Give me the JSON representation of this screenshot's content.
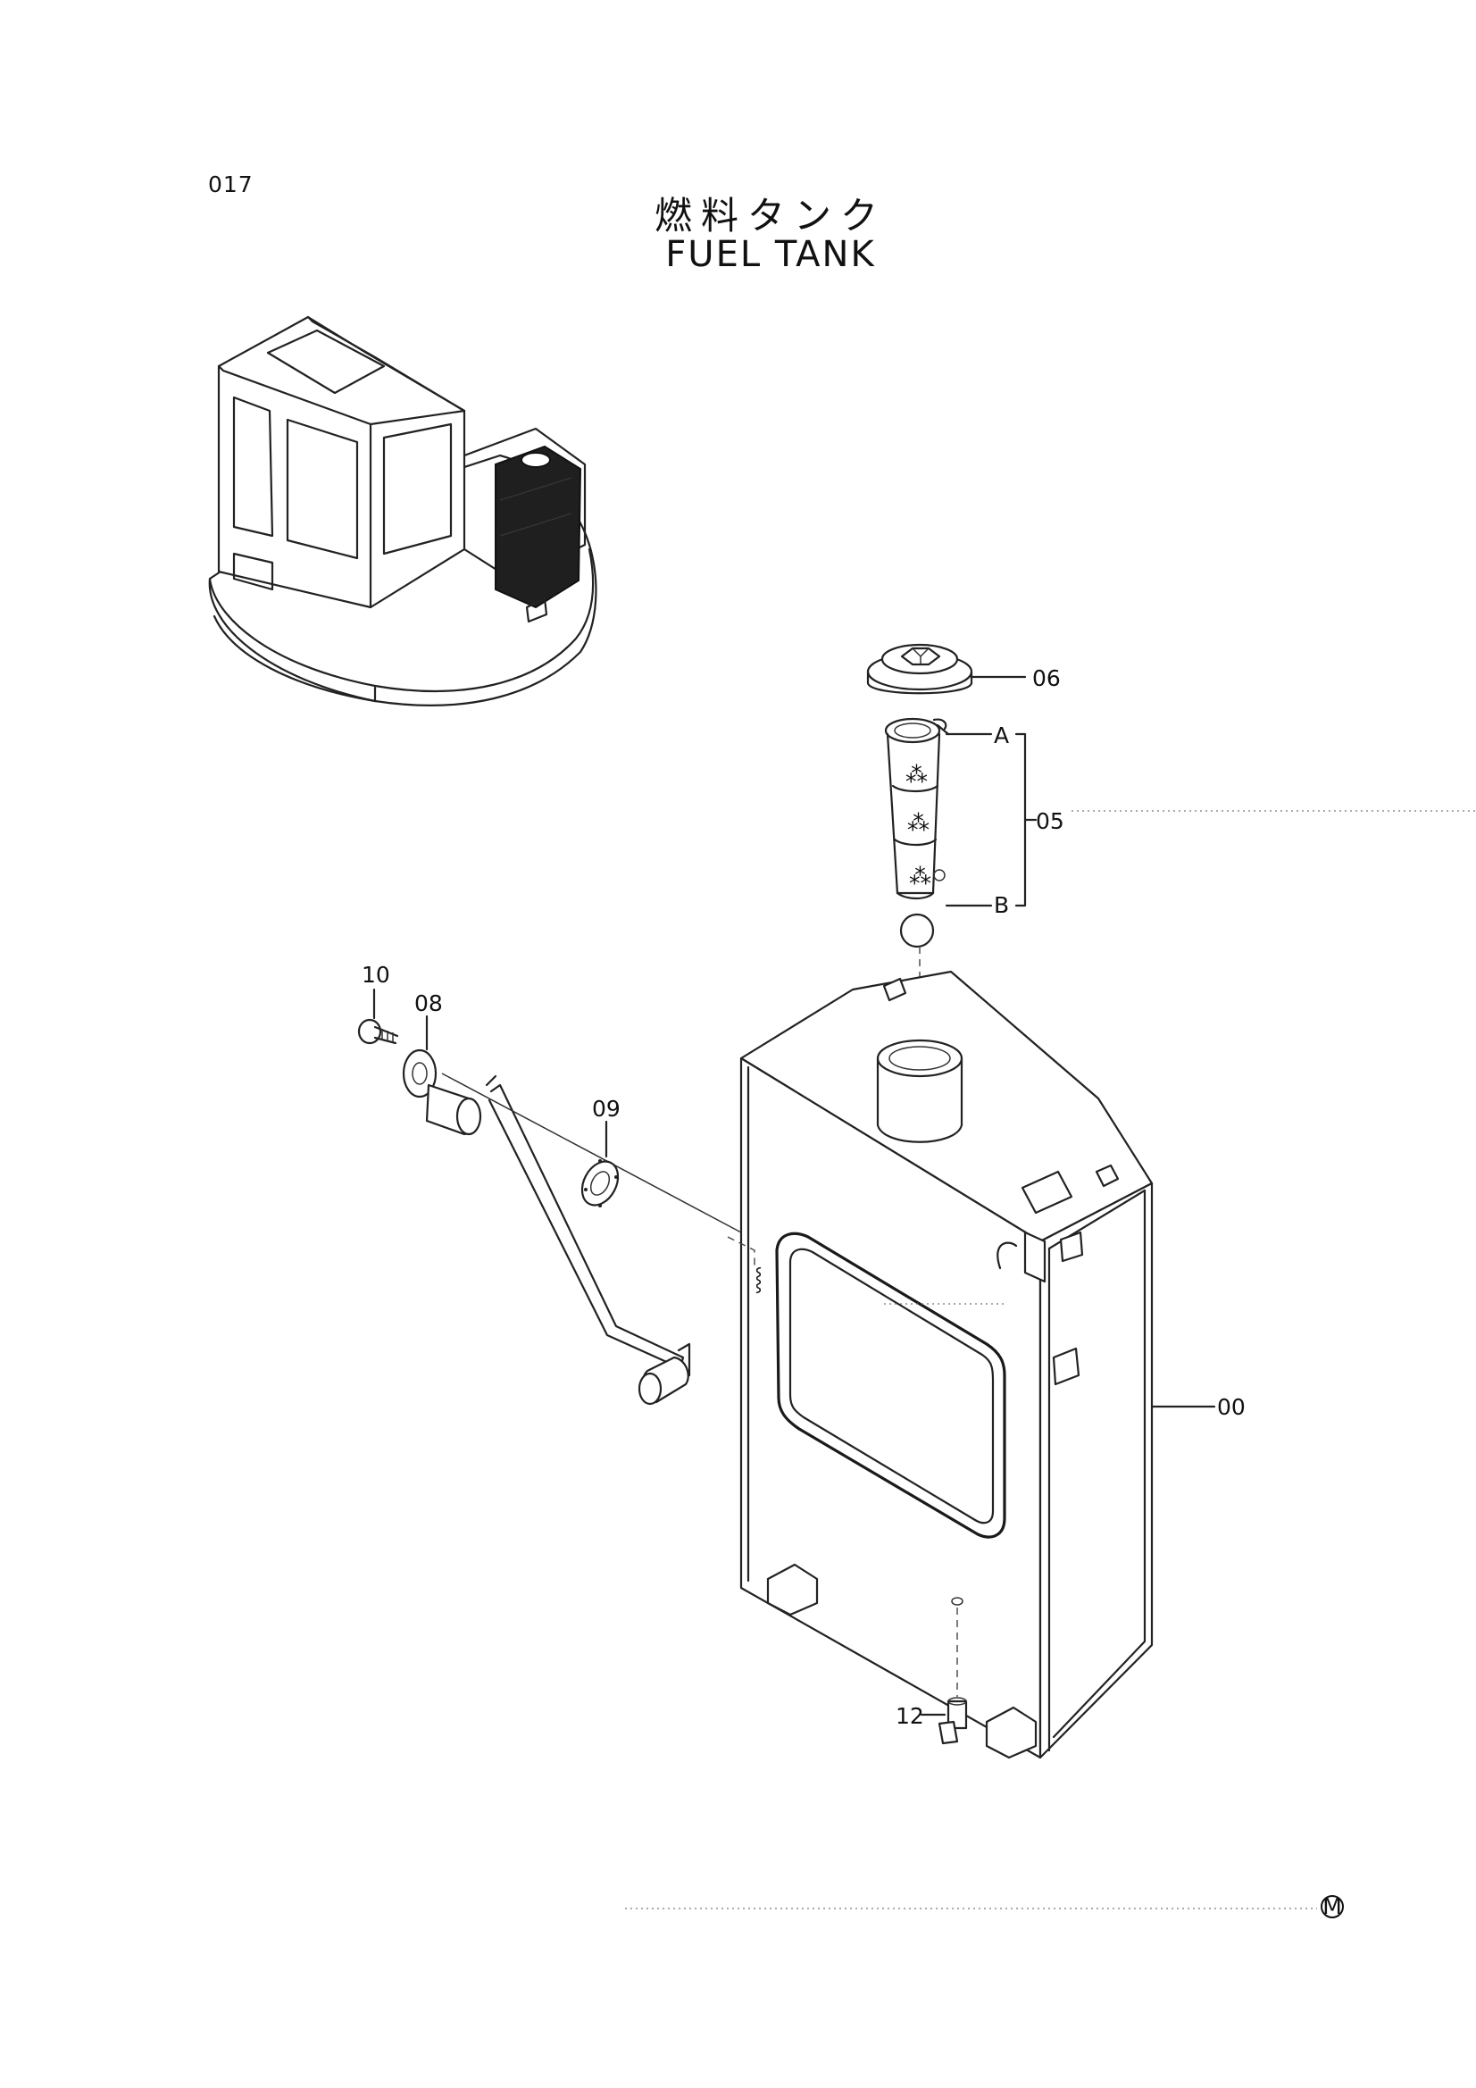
{
  "page": {
    "number": "017"
  },
  "title": {
    "japanese": "燃料タンク",
    "english": "FUEL TANK"
  },
  "callouts": {
    "fuel_tank": "00",
    "fuel_strainer": "05",
    "strainer_top": "A",
    "strainer_bottom": "B",
    "fuel_cap": "06",
    "fuel_sender": "08",
    "gasket": "09",
    "bolt": "10",
    "drain_cock": "12"
  },
  "footer": {
    "mark": "M"
  }
}
